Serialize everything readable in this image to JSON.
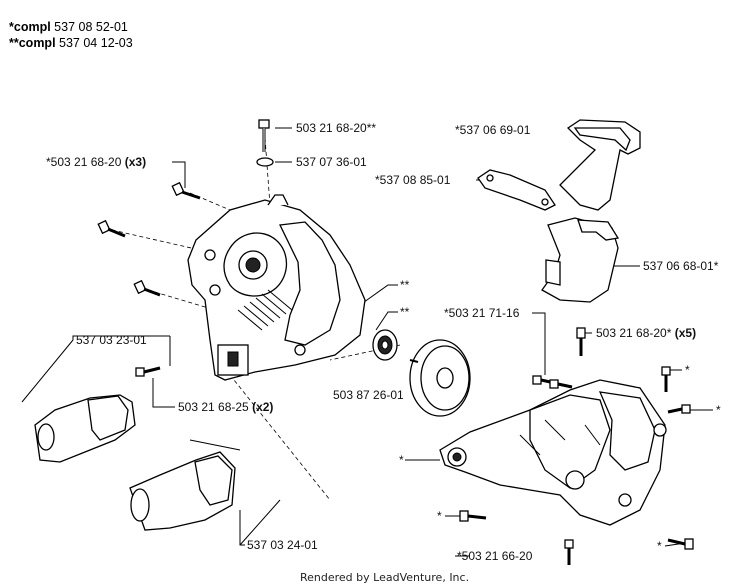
{
  "header": {
    "line1_prefix": "*compl",
    "line1_num": "537 08 52-01",
    "line2_prefix": "**compl",
    "line2_num": "537 04 12-03"
  },
  "parts": [
    {
      "id": "p1",
      "text": "503 21 68-20**",
      "qty": ""
    },
    {
      "id": "p2",
      "text": "537 07 36-01",
      "qty": ""
    },
    {
      "id": "p3",
      "text": "*503 21 68-20",
      "qty": "(x3)"
    },
    {
      "id": "p4",
      "text": "*537 06 69-01",
      "qty": ""
    },
    {
      "id": "p5",
      "text": "*537 08 85-01",
      "qty": ""
    },
    {
      "id": "p6",
      "text": "537 06 68-01*",
      "qty": ""
    },
    {
      "id": "p7",
      "text": "**",
      "qty": ""
    },
    {
      "id": "p8",
      "text": "**",
      "qty": ""
    },
    {
      "id": "p9",
      "text": "*503 21 71-16",
      "qty": ""
    },
    {
      "id": "p10",
      "text": "503 21 68-20*",
      "qty": "(x5)"
    },
    {
      "id": "p11",
      "text": "537 03 23-01",
      "qty": ""
    },
    {
      "id": "p12",
      "text": "503 21 68-25",
      "qty": "(x2)"
    },
    {
      "id": "p13",
      "text": "503 87 26-01",
      "qty": ""
    },
    {
      "id": "p14",
      "text": "*",
      "qty": ""
    },
    {
      "id": "p15",
      "text": "*",
      "qty": ""
    },
    {
      "id": "p16",
      "text": "*",
      "qty": ""
    },
    {
      "id": "p17",
      "text": "*",
      "qty": ""
    },
    {
      "id": "p18",
      "text": "537 03 24-01",
      "qty": ""
    },
    {
      "id": "p19",
      "text": "*503 21 66-20",
      "qty": ""
    },
    {
      "id": "p20",
      "text": "*",
      "qty": ""
    }
  ],
  "footer": "Rendered by LeadVenture, Inc."
}
